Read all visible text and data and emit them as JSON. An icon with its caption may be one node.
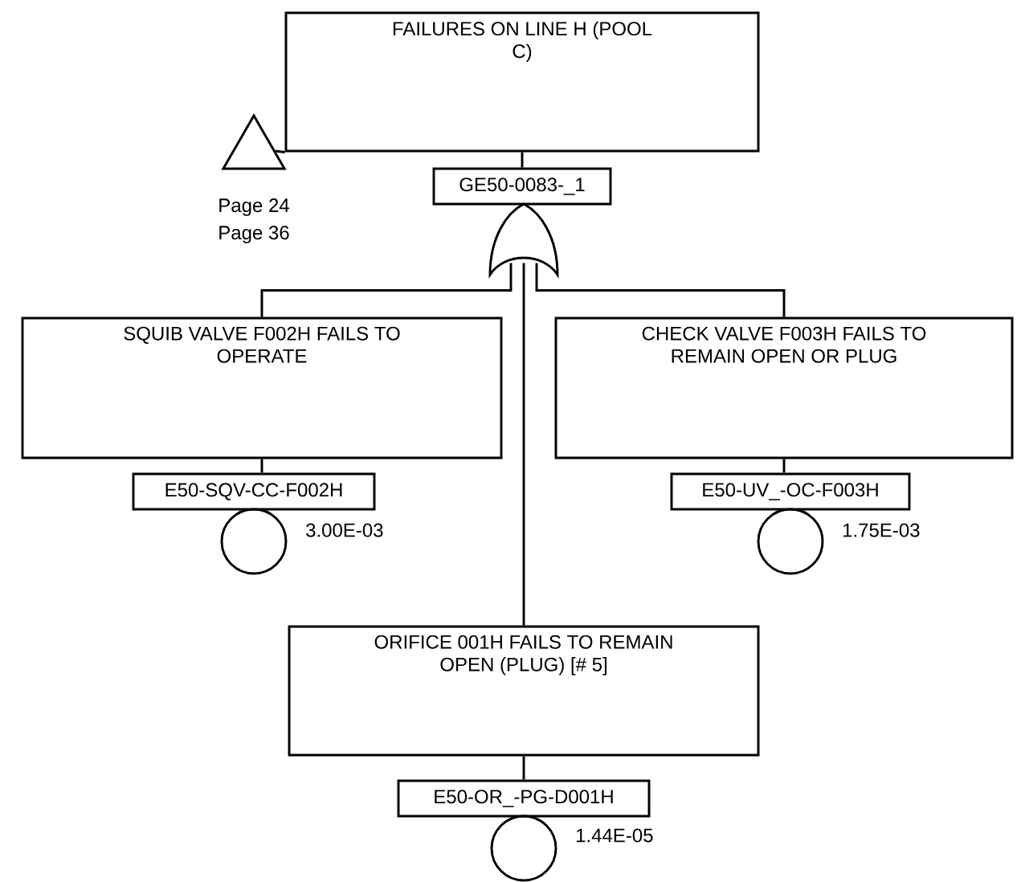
{
  "diagram": {
    "nodes": [
      {
        "text": [
          "FAILURES ON LINE H (POOL C)"
        ]
      },
      {
        "text": [
          "GE50-0083-_1"
        ]
      },
      {
        "text": [],
        "shape": "triangle",
        "beside": [
          "Page 24",
          "Page 36"
        ]
      },
      {
        "text": [],
        "shape": "gate"
      },
      {
        "text": [
          "SQUIB VALVE F002H FAILS TO OPERATE"
        ]
      },
      {
        "text": [
          "E50-SQV-CC-F002H"
        ]
      },
      {
        "text": [],
        "shape": "circle",
        "beside": [
          "3.00E-03"
        ]
      },
      {
        "text": [
          "CHECK VALVE F003H FAILS TO REMAIN OPEN OR PLUG"
        ]
      },
      {
        "text": [
          "E50-UV_-OC-F003H"
        ]
      },
      {
        "text": [],
        "shape": "circle",
        "beside": [
          "1.75E-03"
        ]
      },
      {
        "text": [
          "ORIFICE 001H FAILS TO REMAIN OPEN (PLUG) [# 5]"
        ]
      },
      {
        "text": [
          "E50-OR_-PG-D001H"
        ]
      },
      {
        "text": [],
        "shape": "circle",
        "beside": [
          "1.44E-05"
        ]
      }
    ],
    "edges": [
      {
        "from": 0,
        "to": 1,
        "arrow": "none"
      },
      {
        "from": 2,
        "to": 0,
        "arrow": "none"
      },
      {
        "from": 3,
        "to": 4,
        "arrow": "none"
      },
      {
        "from": 3,
        "to": 7,
        "arrow": "none"
      },
      {
        "from": 3,
        "to": 10,
        "arrow": "none"
      },
      {
        "from": 4,
        "to": 5,
        "arrow": "none"
      },
      {
        "from": 7,
        "to": 8,
        "arrow": "none"
      },
      {
        "from": 10,
        "to": 11,
        "arrow": "none"
      }
    ]
  }
}
